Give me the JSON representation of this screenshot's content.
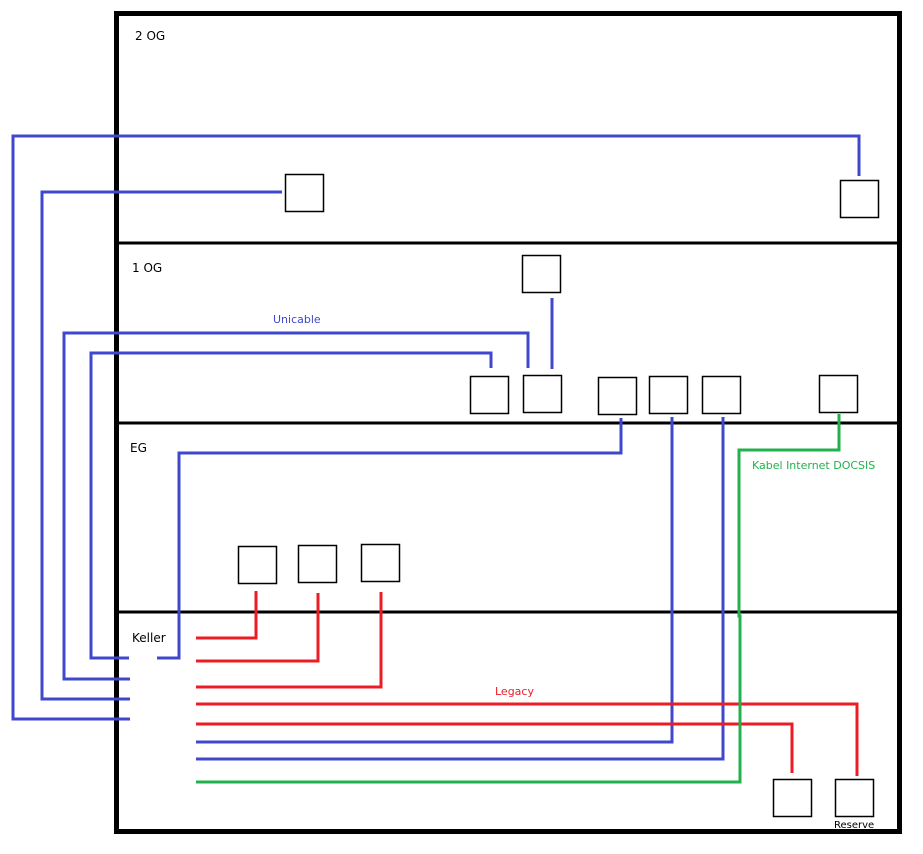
{
  "colors": {
    "wall": "#000000",
    "unicable": "#3F48CC",
    "legacy": "#ED1C24",
    "docsis": "#22B14C",
    "background": "#FFFFFF"
  },
  "floors": [
    {
      "id": "2og",
      "label": "2 OG"
    },
    {
      "id": "1og",
      "label": "1 OG"
    },
    {
      "id": "eg",
      "label": "EG"
    },
    {
      "id": "keller",
      "label": "Keller"
    }
  ],
  "cable_labels": {
    "unicable": "Unicable",
    "legacy": "Legacy",
    "docsis": "Kabel Internet DOCSIS"
  },
  "outlet_labels": {
    "reserve": "Reserve"
  },
  "outlets": [
    {
      "floor": "2 OG",
      "name": "outlet-2og-left"
    },
    {
      "floor": "2 OG",
      "name": "outlet-2og-right"
    },
    {
      "floor": "1 OG",
      "name": "outlet-1og-top"
    },
    {
      "floor": "1 OG",
      "name": "outlet-1og-1"
    },
    {
      "floor": "1 OG",
      "name": "outlet-1og-2"
    },
    {
      "floor": "1 OG",
      "name": "outlet-1og-3"
    },
    {
      "floor": "1 OG",
      "name": "outlet-1og-4"
    },
    {
      "floor": "1 OG",
      "name": "outlet-1og-5"
    },
    {
      "floor": "1 OG",
      "name": "outlet-1og-docsis"
    },
    {
      "floor": "EG",
      "name": "outlet-eg-1"
    },
    {
      "floor": "EG",
      "name": "outlet-eg-2"
    },
    {
      "floor": "EG",
      "name": "outlet-eg-3"
    },
    {
      "floor": "Keller",
      "name": "outlet-keller-1"
    },
    {
      "floor": "Keller",
      "name": "outlet-keller-reserve",
      "label": "Reserve"
    }
  ],
  "cables": [
    {
      "type": "unicable",
      "from": "Keller",
      "to": "2 OG right outlet"
    },
    {
      "type": "unicable",
      "from": "Keller",
      "to": "2 OG left outlet"
    },
    {
      "type": "unicable",
      "from": "Keller",
      "to": "1 OG outlet 2 (via top)"
    },
    {
      "type": "unicable",
      "from": "Keller",
      "to": "1 OG outlet 1"
    },
    {
      "type": "unicable",
      "from": "Keller",
      "to": "1 OG outlet 3"
    },
    {
      "type": "unicable",
      "from": "Keller",
      "to": "1 OG outlet 4"
    },
    {
      "type": "unicable",
      "from": "Keller",
      "to": "1 OG outlet 5"
    },
    {
      "type": "legacy",
      "from": "Keller",
      "to": "EG outlet 1"
    },
    {
      "type": "legacy",
      "from": "Keller",
      "to": "EG outlet 2"
    },
    {
      "type": "legacy",
      "from": "Keller",
      "to": "EG outlet 3"
    },
    {
      "type": "legacy",
      "from": "Keller",
      "to": "Keller Reserve outlet"
    },
    {
      "type": "legacy",
      "from": "Keller",
      "to": "Keller outlet 1"
    },
    {
      "type": "docsis",
      "from": "Keller",
      "to": "1 OG DOCSIS outlet"
    }
  ]
}
